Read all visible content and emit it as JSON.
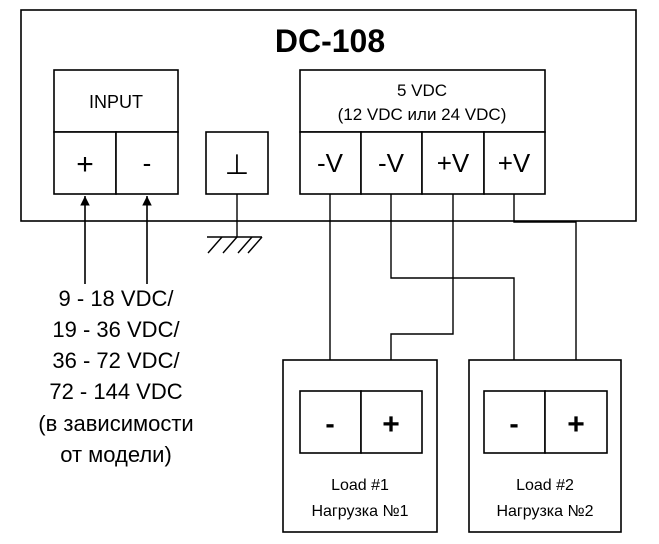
{
  "device": {
    "title": "DC-108",
    "input_label": "INPUT",
    "input_plus": "+",
    "input_minus": "-",
    "ground_symbol": "⊥",
    "output_voltage_line1": "5 VDC",
    "output_voltage_line2": "(12 VDC или 24 VDC)",
    "output_terminals": [
      "-V",
      "-V",
      "+V",
      "+V"
    ]
  },
  "input_ranges": [
    "9 - 18 VDC/",
    "19 - 36 VDC/",
    "36 - 72 VDC/",
    "72 - 144 VDC",
    "(в зависимости",
    "от модели)"
  ],
  "loads": [
    {
      "minus": "-",
      "plus": "+",
      "name_en": "Load #1",
      "name_ru": "Нагрузка №1"
    },
    {
      "minus": "-",
      "plus": "+",
      "name_en": "Load #2",
      "name_ru": "Нагрузка №2"
    }
  ]
}
